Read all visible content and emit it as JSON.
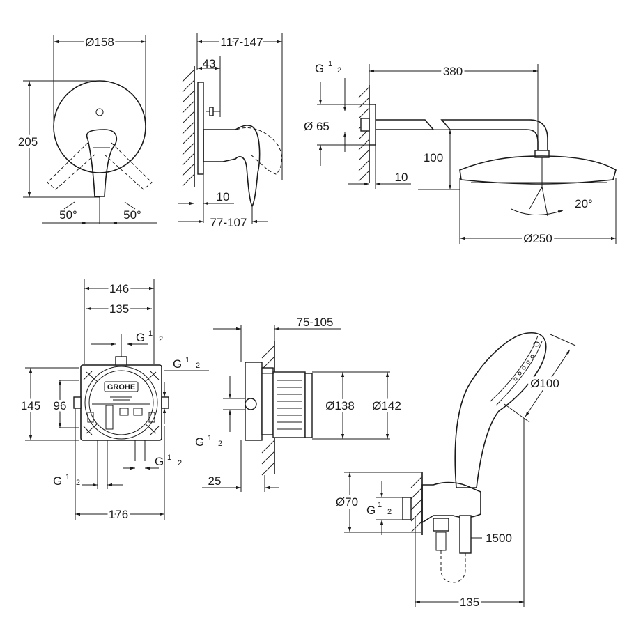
{
  "mixer_front": {
    "diameter": "Ø158",
    "height": "205",
    "angle_left": "50°",
    "angle_right": "50°"
  },
  "mixer_side": {
    "depth_range": "117-147",
    "handle_offset": "43",
    "plate_thickness": "10",
    "projection_range": "77-107"
  },
  "shower_head": {
    "thread_label": "G",
    "thread_num": "1",
    "thread_den": "2",
    "flange_diameter": "Ø 65",
    "arm_length": "380",
    "drop": "100",
    "wall_gap": "10",
    "tilt_angle": "20°",
    "head_diameter": "Ø250"
  },
  "rough_in_front": {
    "width_outer": "146",
    "width_inner": "135",
    "height_outer": "145",
    "height_inner": "96",
    "bottom_width": "176",
    "thread_label": "G",
    "thread_num": "1",
    "thread_den": "2",
    "brand_logo": "GROHE"
  },
  "rough_in_side": {
    "depth_range": "75-105",
    "inner_diameter": "Ø138",
    "outer_diameter": "Ø142",
    "wall_depth": "25",
    "thread_label": "G",
    "thread_num": "1",
    "thread_den": "2"
  },
  "hand_shower": {
    "head_diameter": "Ø100",
    "outlet_diameter": "Ø70",
    "thread_label": "G",
    "thread_num": "1",
    "thread_den": "2",
    "hose_length": "1500",
    "holder_offset": "135"
  }
}
